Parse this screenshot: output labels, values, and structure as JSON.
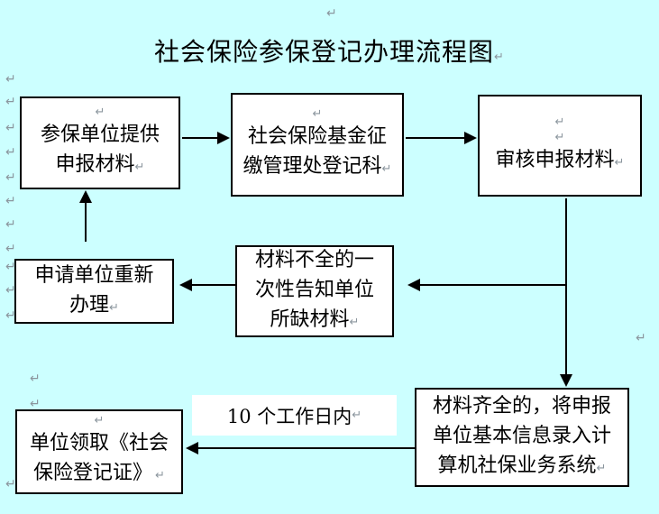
{
  "page": {
    "background_color": "#CCFFFF",
    "box_fill_color": "#FFFFFF",
    "line_color": "#000000",
    "formatting_mark_color": "#8B969E"
  },
  "marks": {
    "glyph": "↵"
  },
  "title": {
    "text": "社会保险参保登记办理流程图"
  },
  "boxes": [
    {
      "id": "provide",
      "lines": [
        "参保单位提供",
        "申报材料"
      ]
    },
    {
      "id": "registry",
      "lines": [
        "社会保险基金征",
        "缴管理处登记科"
      ]
    },
    {
      "id": "review",
      "lines": [
        "审核申报材料"
      ]
    },
    {
      "id": "redo",
      "lines": [
        "申请单位重新",
        "办理"
      ]
    },
    {
      "id": "incomplete",
      "lines": [
        "材料不全的一",
        "次性告知单位",
        "所缺材料"
      ]
    },
    {
      "id": "certificate",
      "lines": [
        "单位领取《社会",
        "保险登记证》"
      ]
    },
    {
      "id": "complete",
      "lines": [
        "材料齐全的，将申报",
        "单位基本信息录入计",
        "算机社保业务系统"
      ]
    }
  ],
  "duration_label": {
    "text": "10 个工作日内"
  }
}
